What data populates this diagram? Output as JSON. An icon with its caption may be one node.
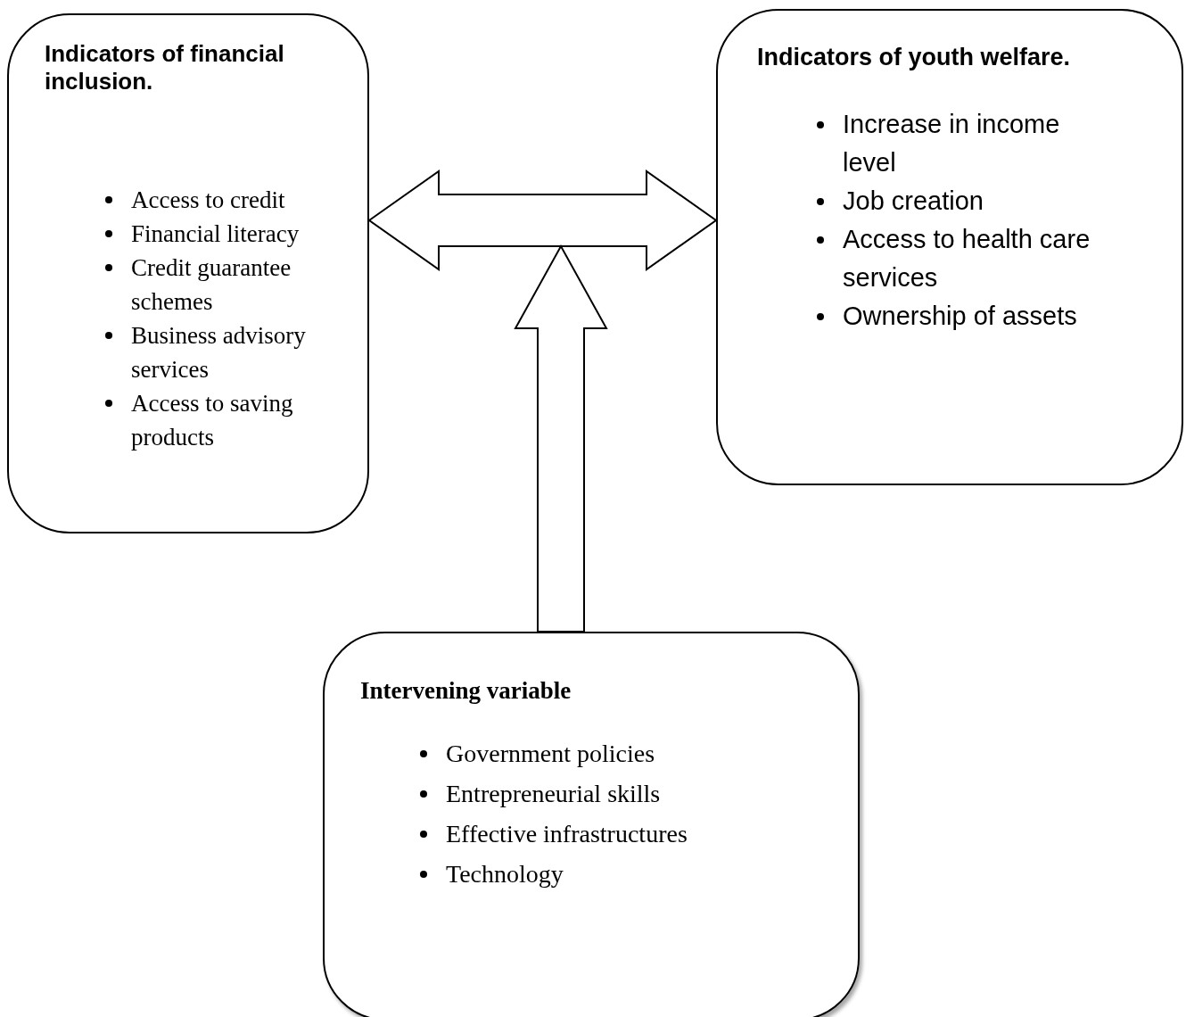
{
  "diagram": {
    "nodes": [
      {
        "text": [
          "Indicators of financial inclusion.",
          "Access to credit",
          "Financial literacy",
          "Credit guarantee schemes",
          "Business advisory services",
          "Access to saving products"
        ]
      },
      {
        "text": [
          "Indicators of youth welfare.",
          "Increase in income level",
          "Job creation",
          "Access to health care services",
          "Ownership of assets"
        ]
      },
      {
        "text": [
          "Intervening variable",
          "Government policies",
          "Entrepreneurial skills",
          "Effective infrastructures",
          "Technology"
        ]
      }
    ],
    "edges": [
      {
        "from": 0,
        "to": 1,
        "arrow": "both"
      },
      {
        "from": 2,
        "to": null,
        "arrow": "to"
      }
    ]
  }
}
